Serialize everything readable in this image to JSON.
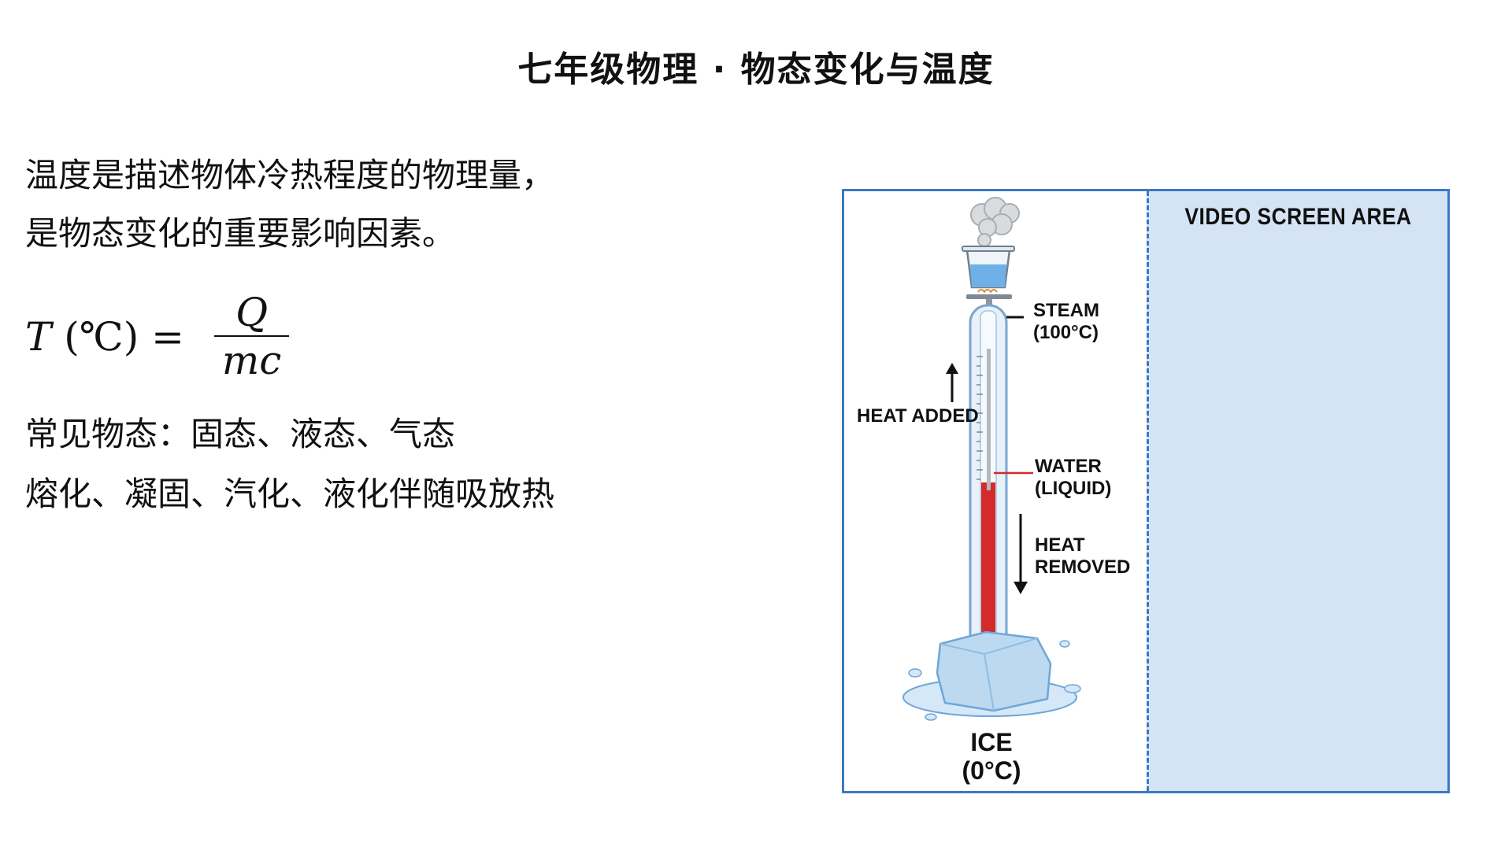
{
  "title": "七年级物理 · 物态变化与温度",
  "intro": {
    "line1": "温度是描述物体冷热程度的物理量，",
    "line2": "是物态变化的重要影响因素。"
  },
  "formula": {
    "lhs_var": "T",
    "lhs_unit": " (℃) = ",
    "numerator": "Q",
    "denominator": "mc"
  },
  "states": {
    "line1": "常见物态：固态、液态、气态",
    "line2": "熔化、凝固、汽化、液化伴随吸放热"
  },
  "figure": {
    "video_label": "VIDEO SCREEN AREA",
    "steam_label_1": "STEAM",
    "steam_label_2": "(100°C)",
    "heat_added": "HEAT ADDED",
    "water_label_1": "WATER",
    "water_label_2": "(LIQUID)",
    "heat_removed_1": "HEAT",
    "heat_removed_2": "REMOVED",
    "ice_label_1": "ICE",
    "ice_label_2": "(0°C)",
    "colors": {
      "border": "#3b78c4",
      "video_bg": "#d5e4f5",
      "mercury": "#d42a2a",
      "ice": "#bcd9f0"
    }
  }
}
